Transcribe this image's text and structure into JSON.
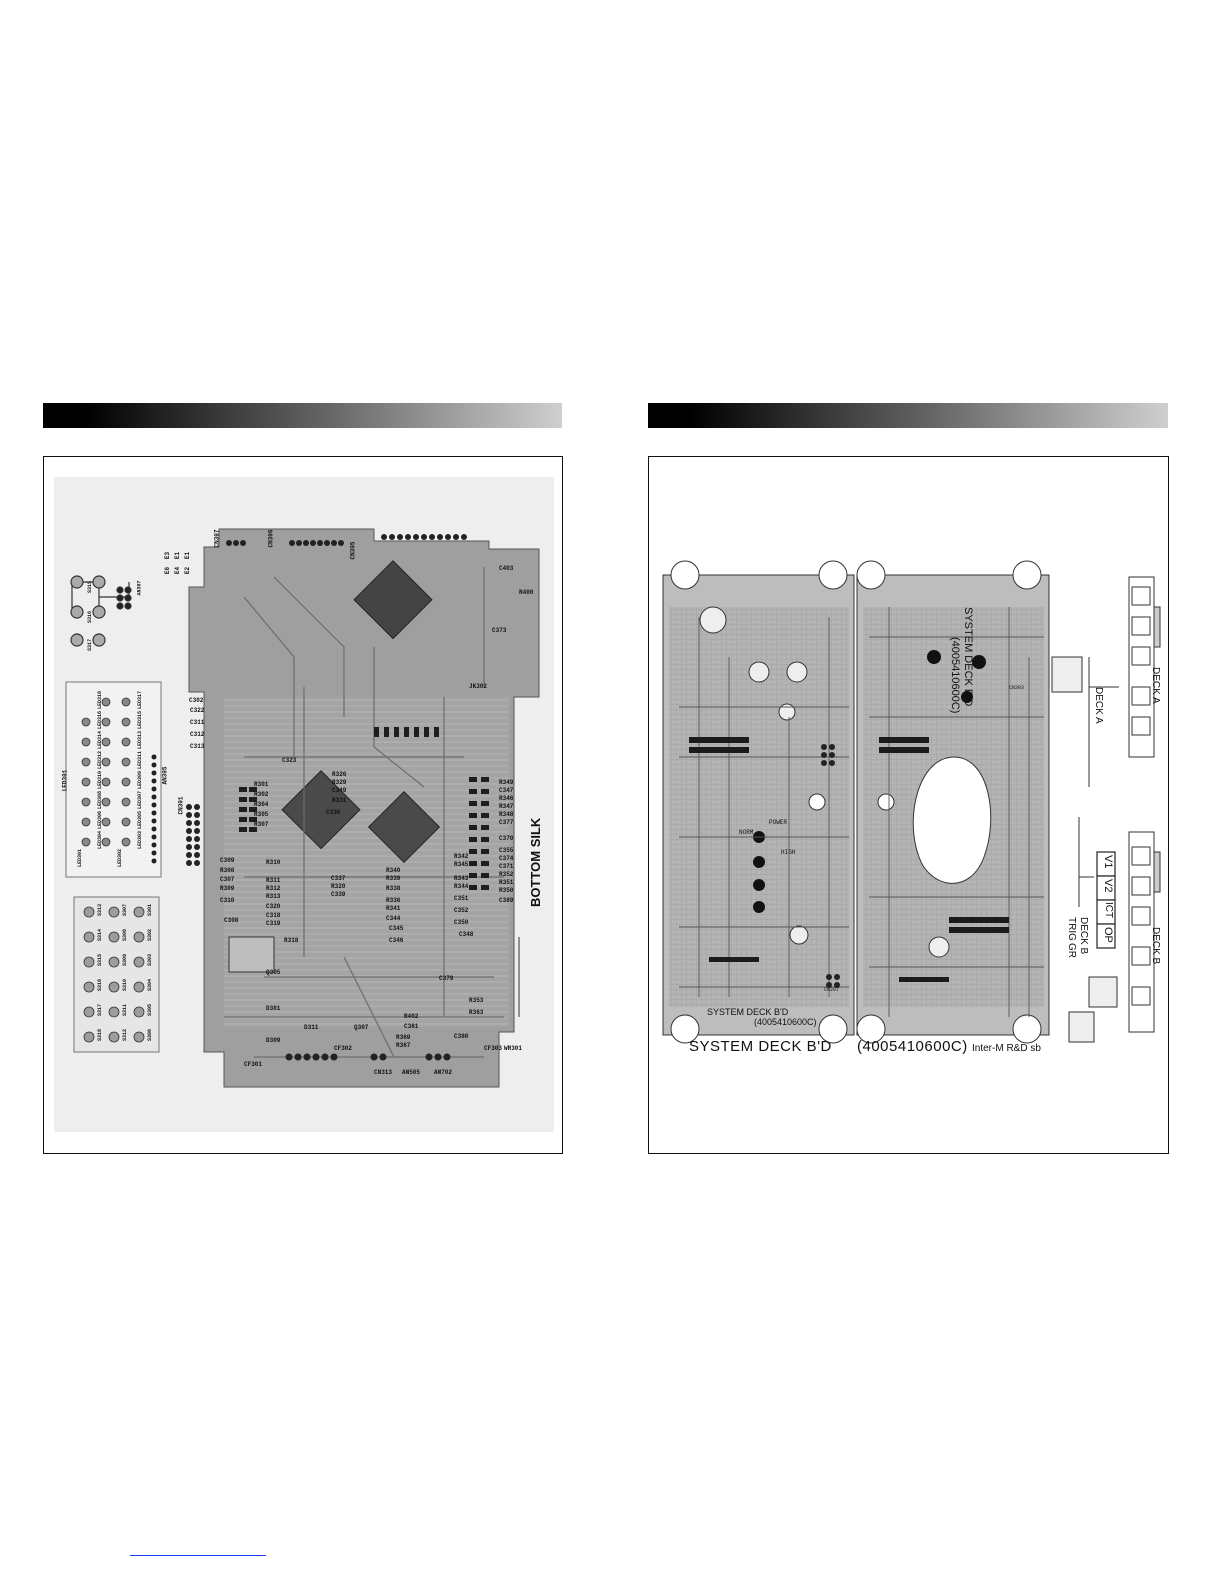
{
  "left_page": {
    "board_label": "BOTTOM SILK",
    "refs": [
      "CN307",
      "CN306",
      "CN305",
      "CN301",
      "JK302",
      "C403",
      "R400",
      "C373",
      "C302",
      "LED301",
      "AN305",
      "R326",
      "R329",
      "C349",
      "R331",
      "C336",
      "C337",
      "R320",
      "C339",
      "R338",
      "R343",
      "R344",
      "C344",
      "C310",
      "C309",
      "C308",
      "R308",
      "R309",
      "C307",
      "C347",
      "C348",
      "C346",
      "C345",
      "D301",
      "Q305",
      "D309",
      "D311",
      "Q307",
      "CN313",
      "AN505",
      "AN702",
      "CF301",
      "CF302",
      "CF303",
      "C381",
      "R402",
      "R367",
      "R369",
      "C380",
      "C379",
      "R353",
      "R363",
      "WR301",
      "C355",
      "C370",
      "R349",
      "R346",
      "R347",
      "R348",
      "C377",
      "C374",
      "C371",
      "R350",
      "R351",
      "R352",
      "C389",
      "C322",
      "C323",
      "C311",
      "C312",
      "C313",
      "R301",
      "R302",
      "R304",
      "R305",
      "R307",
      "R310",
      "R311",
      "R312",
      "R313",
      "R318",
      "C318",
      "C319",
      "C320",
      "R336",
      "R339",
      "R341",
      "R342",
      "R345",
      "R340",
      "C351",
      "C352",
      "C350"
    ],
    "led_refs": [
      "LED318",
      "LED317",
      "LED316",
      "LED315",
      "LED314",
      "LED313",
      "LED312",
      "LED311",
      "LED310",
      "LED309",
      "LED308",
      "LED307",
      "LED306",
      "LED305",
      "LED304",
      "LED303",
      "LED302",
      "LED301"
    ],
    "switch_refs": [
      "S301",
      "S302",
      "S303",
      "S304",
      "S305",
      "S306",
      "S307",
      "S308",
      "S309",
      "S310",
      "S311",
      "S312",
      "S313",
      "S314",
      "S315",
      "S316",
      "S317",
      "S318"
    ],
    "top_switch_refs": [
      "S315",
      "S316",
      "S317",
      "AN307"
    ],
    "misc_labels": [
      "E3",
      "E1",
      "E1",
      "E6",
      "E4",
      "E2"
    ]
  },
  "right_page": {
    "board_title": "SYSTEM DECK B'D",
    "board_number": "(4005410600C)",
    "board_title_small": "SYSTEM DECK B'D",
    "board_number_small": "(4005410600C)",
    "vertical_title": "SYSTEM DECK B'D",
    "vertical_number": "(4005410600C)",
    "credit": "Inter-M R&D sb",
    "deck_a": "DECK A",
    "deck_a_2": "DECK A",
    "deck_b": "DECK B",
    "deck_b_2": "DECK B",
    "trig": "TRIG",
    "gr": "GR",
    "mode_buttons": [
      "V1",
      "V2",
      "ICT",
      "OP"
    ],
    "small_marks": [
      "NORM",
      "HIGH",
      "POWER",
      "CN207",
      "CN303"
    ]
  }
}
